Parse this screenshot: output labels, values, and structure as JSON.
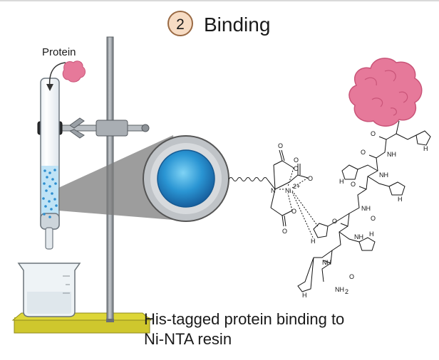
{
  "step": {
    "number": "2",
    "title": "Binding"
  },
  "labels": {
    "protein": "Protein",
    "caption_line1": "His-tagged protein binding to",
    "caption_line2": "Ni-NTA resin"
  },
  "chemistry": {
    "nickel": "Ni",
    "nickel_charge": "2+",
    "nitrogen": "N",
    "oxygen": "O",
    "amide_nh": "NH",
    "imidazole_nh": "H",
    "amine": "NH",
    "amine_subscript": "2"
  },
  "colors": {
    "badge_fill": "#f7dcc4",
    "badge_stroke": "#9a6a44",
    "protein_pink": "#e6799a",
    "protein_dark": "#c95478",
    "bead_blue": "#1f86c8",
    "bead_light": "#5fc0ee",
    "base_yellow": "#d8d12e",
    "stand_gray": "#9aa0a6",
    "column_blue_dots": "#2f8fd0"
  },
  "icons": [
    "step-badge",
    "protein-blob",
    "curved-arrow-icon",
    "chromatography-column",
    "ring-stand",
    "clamp",
    "resin-bead",
    "beaker"
  ]
}
